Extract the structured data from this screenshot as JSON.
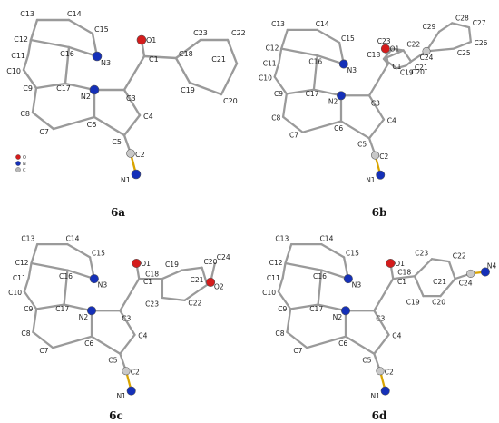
{
  "colors": {
    "carbon": "#b8b8b8",
    "nitrogen": "#1530b8",
    "oxygen": "#d41c1c",
    "bond": "#9a9a9a",
    "cyano_bond": "#d9a400"
  },
  "legend": {
    "o": "O",
    "n": "N",
    "c": "C"
  },
  "panels": [
    {
      "id": "6a",
      "label": "6a",
      "atoms": [
        {
          "t": "C",
          "label": "C13"
        },
        {
          "t": "C",
          "label": "C14"
        },
        {
          "t": "C",
          "label": "C15"
        },
        {
          "t": "N",
          "label": "N3"
        },
        {
          "t": "C",
          "label": "C12"
        },
        {
          "t": "C",
          "label": "C16"
        },
        {
          "t": "C",
          "label": "C11"
        },
        {
          "t": "C",
          "label": "C10"
        },
        {
          "t": "C",
          "label": "C9"
        },
        {
          "t": "C",
          "label": "C17"
        },
        {
          "t": "N",
          "label": "N2"
        },
        {
          "t": "C",
          "label": "C8"
        },
        {
          "t": "C",
          "label": "C7"
        },
        {
          "t": "C",
          "label": "C6"
        },
        {
          "t": "C",
          "label": "C3"
        },
        {
          "t": "C",
          "label": "C4"
        },
        {
          "t": "C",
          "label": "C5"
        },
        {
          "t": "C",
          "label": "C2"
        },
        {
          "t": "N",
          "label": "N1"
        },
        {
          "t": "C",
          "label": "C1"
        },
        {
          "t": "O",
          "label": "O1"
        },
        {
          "t": "C",
          "label": "C18"
        },
        {
          "t": "C",
          "label": "C23"
        },
        {
          "t": "C",
          "label": "C22"
        },
        {
          "t": "C",
          "label": "C21"
        },
        {
          "t": "C",
          "label": "C20"
        },
        {
          "t": "C",
          "label": "C19"
        }
      ]
    },
    {
      "id": "6b",
      "label": "6b",
      "atoms": [
        {
          "t": "C",
          "label": "C13"
        },
        {
          "t": "C",
          "label": "C14"
        },
        {
          "t": "C",
          "label": "C15"
        },
        {
          "t": "N",
          "label": "N3"
        },
        {
          "t": "C",
          "label": "C12"
        },
        {
          "t": "C",
          "label": "C16"
        },
        {
          "t": "C",
          "label": "C11"
        },
        {
          "t": "C",
          "label": "C10"
        },
        {
          "t": "C",
          "label": "C9"
        },
        {
          "t": "C",
          "label": "C17"
        },
        {
          "t": "N",
          "label": "N2"
        },
        {
          "t": "C",
          "label": "C8"
        },
        {
          "t": "C",
          "label": "C7"
        },
        {
          "t": "C",
          "label": "C6"
        },
        {
          "t": "C",
          "label": "C3"
        },
        {
          "t": "C",
          "label": "C4"
        },
        {
          "t": "C",
          "label": "C5"
        },
        {
          "t": "C",
          "label": "C2"
        },
        {
          "t": "N",
          "label": "N1"
        },
        {
          "t": "C",
          "label": "C1"
        },
        {
          "t": "O",
          "label": "O1"
        },
        {
          "t": "C",
          "label": "C18"
        },
        {
          "t": "C",
          "label": "C22"
        },
        {
          "t": "C",
          "label": "C23"
        },
        {
          "t": "C",
          "label": "C21"
        },
        {
          "t": "C",
          "label": "C19"
        },
        {
          "t": "C",
          "label": "C20"
        },
        {
          "t": "C",
          "label": "C24"
        },
        {
          "t": "C",
          "label": "C29"
        },
        {
          "t": "C",
          "label": "C28"
        },
        {
          "t": "C",
          "label": "C27"
        },
        {
          "t": "C",
          "label": "C26"
        },
        {
          "t": "C",
          "label": "C25"
        }
      ]
    },
    {
      "id": "6c",
      "label": "6c",
      "atoms": [
        {
          "t": "C",
          "label": "C13"
        },
        {
          "t": "C",
          "label": "C14"
        },
        {
          "t": "C",
          "label": "C15"
        },
        {
          "t": "N",
          "label": "N3"
        },
        {
          "t": "C",
          "label": "C12"
        },
        {
          "t": "C",
          "label": "C16"
        },
        {
          "t": "C",
          "label": "C11"
        },
        {
          "t": "C",
          "label": "C10"
        },
        {
          "t": "C",
          "label": "C9"
        },
        {
          "t": "C",
          "label": "C17"
        },
        {
          "t": "N",
          "label": "N2"
        },
        {
          "t": "C",
          "label": "C8"
        },
        {
          "t": "C",
          "label": "C7"
        },
        {
          "t": "C",
          "label": "C6"
        },
        {
          "t": "C",
          "label": "C3"
        },
        {
          "t": "C",
          "label": "C4"
        },
        {
          "t": "C",
          "label": "C5"
        },
        {
          "t": "C",
          "label": "C2"
        },
        {
          "t": "N",
          "label": "N1"
        },
        {
          "t": "C",
          "label": "C1"
        },
        {
          "t": "O",
          "label": "O1"
        },
        {
          "t": "C",
          "label": "C18"
        },
        {
          "t": "C",
          "label": "C19"
        },
        {
          "t": "C",
          "label": "C20"
        },
        {
          "t": "C",
          "label": "C21"
        },
        {
          "t": "C",
          "label": "C22"
        },
        {
          "t": "C",
          "label": "C23"
        },
        {
          "t": "O",
          "label": "O2"
        },
        {
          "t": "C",
          "label": "C24"
        }
      ]
    },
    {
      "id": "6d",
      "label": "6d",
      "atoms": [
        {
          "t": "C",
          "label": "C13"
        },
        {
          "t": "C",
          "label": "C14"
        },
        {
          "t": "C",
          "label": "C15"
        },
        {
          "t": "N",
          "label": "N3"
        },
        {
          "t": "C",
          "label": "C12"
        },
        {
          "t": "C",
          "label": "C16"
        },
        {
          "t": "C",
          "label": "C11"
        },
        {
          "t": "C",
          "label": "C10"
        },
        {
          "t": "C",
          "label": "C9"
        },
        {
          "t": "C",
          "label": "C17"
        },
        {
          "t": "N",
          "label": "N2"
        },
        {
          "t": "C",
          "label": "C8"
        },
        {
          "t": "C",
          "label": "C7"
        },
        {
          "t": "C",
          "label": "C6"
        },
        {
          "t": "C",
          "label": "C3"
        },
        {
          "t": "C",
          "label": "C4"
        },
        {
          "t": "C",
          "label": "C5"
        },
        {
          "t": "C",
          "label": "C2"
        },
        {
          "t": "N",
          "label": "N1"
        },
        {
          "t": "C",
          "label": "C1"
        },
        {
          "t": "O",
          "label": "O1"
        },
        {
          "t": "C",
          "label": "C18"
        },
        {
          "t": "C",
          "label": "C23"
        },
        {
          "t": "C",
          "label": "C22"
        },
        {
          "t": "C",
          "label": "C21"
        },
        {
          "t": "C",
          "label": "C20"
        },
        {
          "t": "C",
          "label": "C19"
        },
        {
          "t": "C",
          "label": "C24"
        },
        {
          "t": "N",
          "label": "N4"
        }
      ]
    }
  ]
}
